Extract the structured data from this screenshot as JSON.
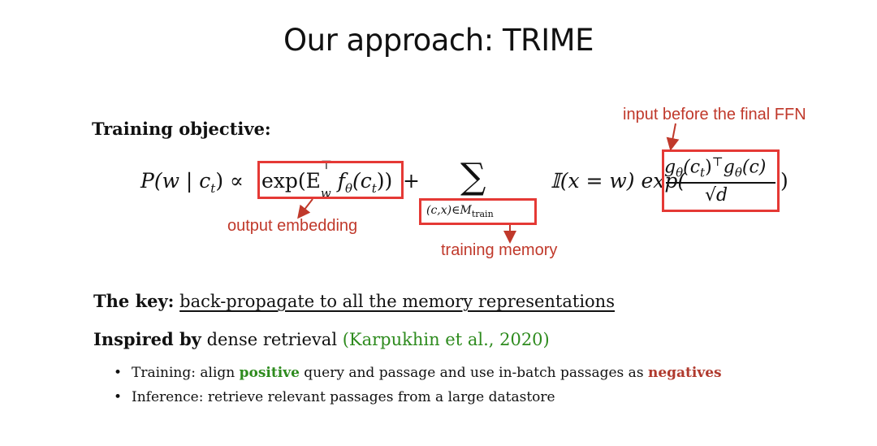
{
  "slide": {
    "title": "Our approach: TRIME"
  },
  "objective": {
    "label": "Training objective:"
  },
  "equation": {
    "lhs": "P(w | c",
    "lhs_sub": "t",
    "lhs_close": ") ∝",
    "exp_term": "exp(E",
    "exp_sup": "⊤",
    "exp_sub": "w",
    "exp_rest": " f",
    "exp_theta": "θ",
    "exp_ct": "(c",
    "exp_ct_sub": "t",
    "exp_end": "))",
    "plus": "+",
    "sum_symbol": "∑",
    "sum_sub": "(c,x)∈M",
    "sum_sub2": "train",
    "indicator": "𝕀(x = w) exp(",
    "numerator": "g",
    "num_theta": "θ",
    "num_rest": "(c",
    "num_t": "t",
    "num_rest2": ")",
    "num_T": "⊤",
    "num_g2": "g",
    "num_theta2": "θ",
    "num_end": "(c)",
    "denominator": "√d",
    "close": ")"
  },
  "annotations": {
    "input_ffn": "input before the final FFN",
    "output_embedding": "output embedding",
    "training_memory": "training memory"
  },
  "key": {
    "label": "The key:",
    "text": "back-propagate to all the memory representations"
  },
  "inspired": {
    "label": "Inspired by",
    "text": " dense retrieval ",
    "citation": "(Karpukhin et al., 2020)"
  },
  "bullets": {
    "b1_pre": "Training: align ",
    "b1_pos": "positive",
    "b1_mid": " query and passage and use in-batch passages as ",
    "b1_neg": "negatives",
    "b2": "Inference: retrieve relevant passages from a large datastore",
    "bullet_glyph": "•"
  },
  "colors": {
    "accent_red": "#e53935",
    "annotation_red": "#c0392b",
    "positive_green": "#2e8b1e",
    "negative_red": "#b03a2e"
  }
}
